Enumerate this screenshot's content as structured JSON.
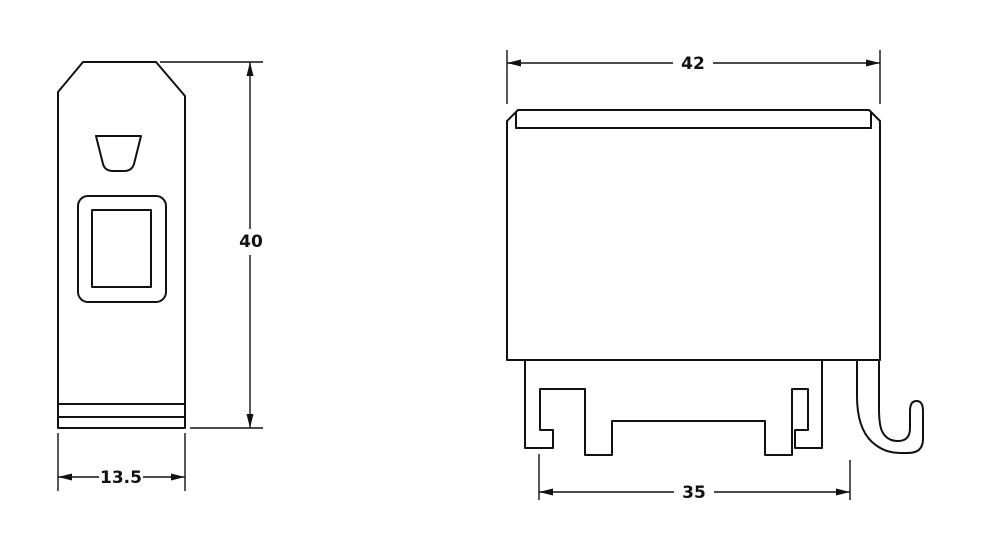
{
  "page": {
    "background": "#ffffff",
    "line_color": "#111111",
    "kind": "technical dimension drawing, two orthographic views of a DIN-rail terminal block"
  },
  "views": {
    "side": {
      "name": "side-view",
      "width_dim": "13.5",
      "height_dim": "40"
    },
    "front": {
      "name": "front-view",
      "width_dim": "42",
      "rail_dim": "35"
    }
  }
}
